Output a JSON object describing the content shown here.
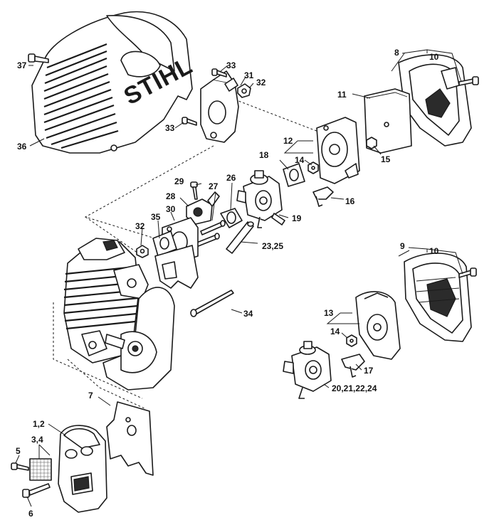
{
  "brand_logo_text": "STIHL",
  "callouts": [
    {
      "id": "c37",
      "label": "37"
    },
    {
      "id": "c36",
      "label": "36"
    },
    {
      "id": "c33a",
      "label": "33"
    },
    {
      "id": "c33b",
      "label": "33"
    },
    {
      "id": "c31",
      "label": "31"
    },
    {
      "id": "c32a",
      "label": "32"
    },
    {
      "id": "c8",
      "label": "8"
    },
    {
      "id": "c10a",
      "label": "10"
    },
    {
      "id": "c11",
      "label": "11"
    },
    {
      "id": "c12",
      "label": "12"
    },
    {
      "id": "c14a",
      "label": "14"
    },
    {
      "id": "c15",
      "label": "15"
    },
    {
      "id": "c18",
      "label": "18"
    },
    {
      "id": "c16",
      "label": "16"
    },
    {
      "id": "c19",
      "label": "19"
    },
    {
      "id": "c29",
      "label": "29"
    },
    {
      "id": "c26",
      "label": "26"
    },
    {
      "id": "c28",
      "label": "28"
    },
    {
      "id": "c27",
      "label": "27"
    },
    {
      "id": "c30",
      "label": "30"
    },
    {
      "id": "c35",
      "label": "35"
    },
    {
      "id": "c32b",
      "label": "32"
    },
    {
      "id": "c2325",
      "label": "23,25"
    },
    {
      "id": "c9",
      "label": "9"
    },
    {
      "id": "c10b",
      "label": "10"
    },
    {
      "id": "c34",
      "label": "34"
    },
    {
      "id": "c13",
      "label": "13"
    },
    {
      "id": "c14b",
      "label": "14"
    },
    {
      "id": "c17",
      "label": "17"
    },
    {
      "id": "c20",
      "label": "20,21,22,24"
    },
    {
      "id": "c7",
      "label": "7"
    },
    {
      "id": "c12m",
      "label": "1,2"
    },
    {
      "id": "c34m",
      "label": "3,4"
    },
    {
      "id": "c5",
      "label": "5"
    },
    {
      "id": "c6",
      "label": "6"
    }
  ]
}
